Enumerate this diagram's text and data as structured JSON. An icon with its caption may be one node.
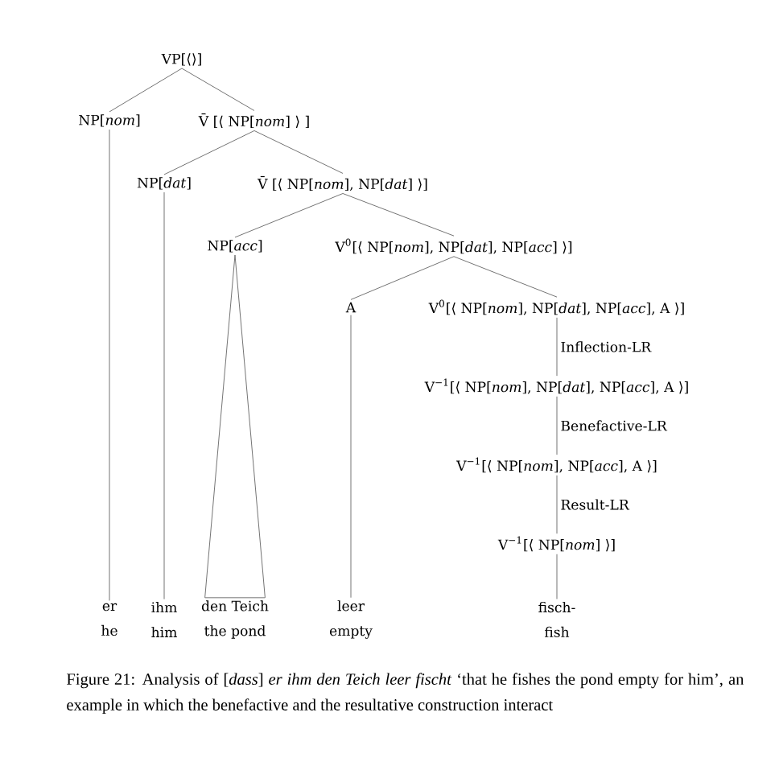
{
  "diagram": {
    "caption": "Figure 21: Analysis of [*dass*] *er ihm den Teich leer fischt* ‘that he fishes the pond empty for him’, an example in which the benefactive and the resultative construction interact",
    "nodes": [
      {
        "text": [
          "VP[⟨⟩]"
        ]
      },
      {
        "text": [
          "NP[*nom*]"
        ]
      },
      {
        "text": [
          "V̄ [⟨ NP[*nom*] ⟩ ]"
        ]
      },
      {
        "text": [
          "NP[*dat*]"
        ]
      },
      {
        "text": [
          "V̄ [⟨ NP[*nom*], NP[*dat*] ⟩]"
        ]
      },
      {
        "text": [
          "NP[*acc*]"
        ]
      },
      {
        "text": [
          "V$^{0}$[⟨ NP[*nom*], NP[*dat*], NP[*acc*] ⟩]"
        ]
      },
      {
        "text": [
          "A"
        ]
      },
      {
        "text": [
          "V$^{0}$[⟨ NP[*nom*], NP[*dat*], NP[*acc*], A ⟩]"
        ]
      },
      {
        "text": [
          "V$^{−1}$[⟨ NP[*nom*], NP[*dat*], NP[*acc*], A ⟩]"
        ]
      },
      {
        "text": [
          "V$^{−1}$[⟨ NP[*nom*], NP[*acc*], A ⟩]"
        ]
      },
      {
        "text": [
          "V$^{−1}$[⟨ NP[*nom*] ⟩]"
        ]
      },
      {
        "text": [
          "er",
          "he"
        ]
      },
      {
        "text": [
          "ihm",
          "him"
        ]
      },
      {
        "text": [
          "den Teich",
          "the pond"
        ]
      },
      {
        "text": [
          "leer",
          "empty"
        ]
      },
      {
        "text": [
          "fisch-",
          "fish"
        ]
      }
    ],
    "edges": [
      {
        "from": 0,
        "to": 1,
        "arrow": "none"
      },
      {
        "from": 0,
        "to": 2,
        "arrow": "none"
      },
      {
        "from": 2,
        "to": 3,
        "arrow": "none"
      },
      {
        "from": 2,
        "to": 4,
        "arrow": "none"
      },
      {
        "from": 4,
        "to": 5,
        "arrow": "none"
      },
      {
        "from": 4,
        "to": 6,
        "arrow": "none"
      },
      {
        "from": 6,
        "to": 7,
        "arrow": "none"
      },
      {
        "from": 6,
        "to": 8,
        "arrow": "none"
      },
      {
        "from": 8,
        "to": 9,
        "arrow": "none",
        "label": "Inflection-LR"
      },
      {
        "from": 9,
        "to": 10,
        "arrow": "none",
        "label": "Benefactive-LR"
      },
      {
        "from": 10,
        "to": 11,
        "arrow": "none",
        "label": "Result-LR"
      },
      {
        "from": 1,
        "to": 12,
        "arrow": "none"
      },
      {
        "from": 3,
        "to": 13,
        "arrow": "none"
      },
      {
        "from": 5,
        "to": 14,
        "arrow": "none"
      },
      {
        "from": 7,
        "to": 15,
        "arrow": "none"
      },
      {
        "from": 11,
        "to": 16,
        "arrow": "none"
      }
    ]
  }
}
